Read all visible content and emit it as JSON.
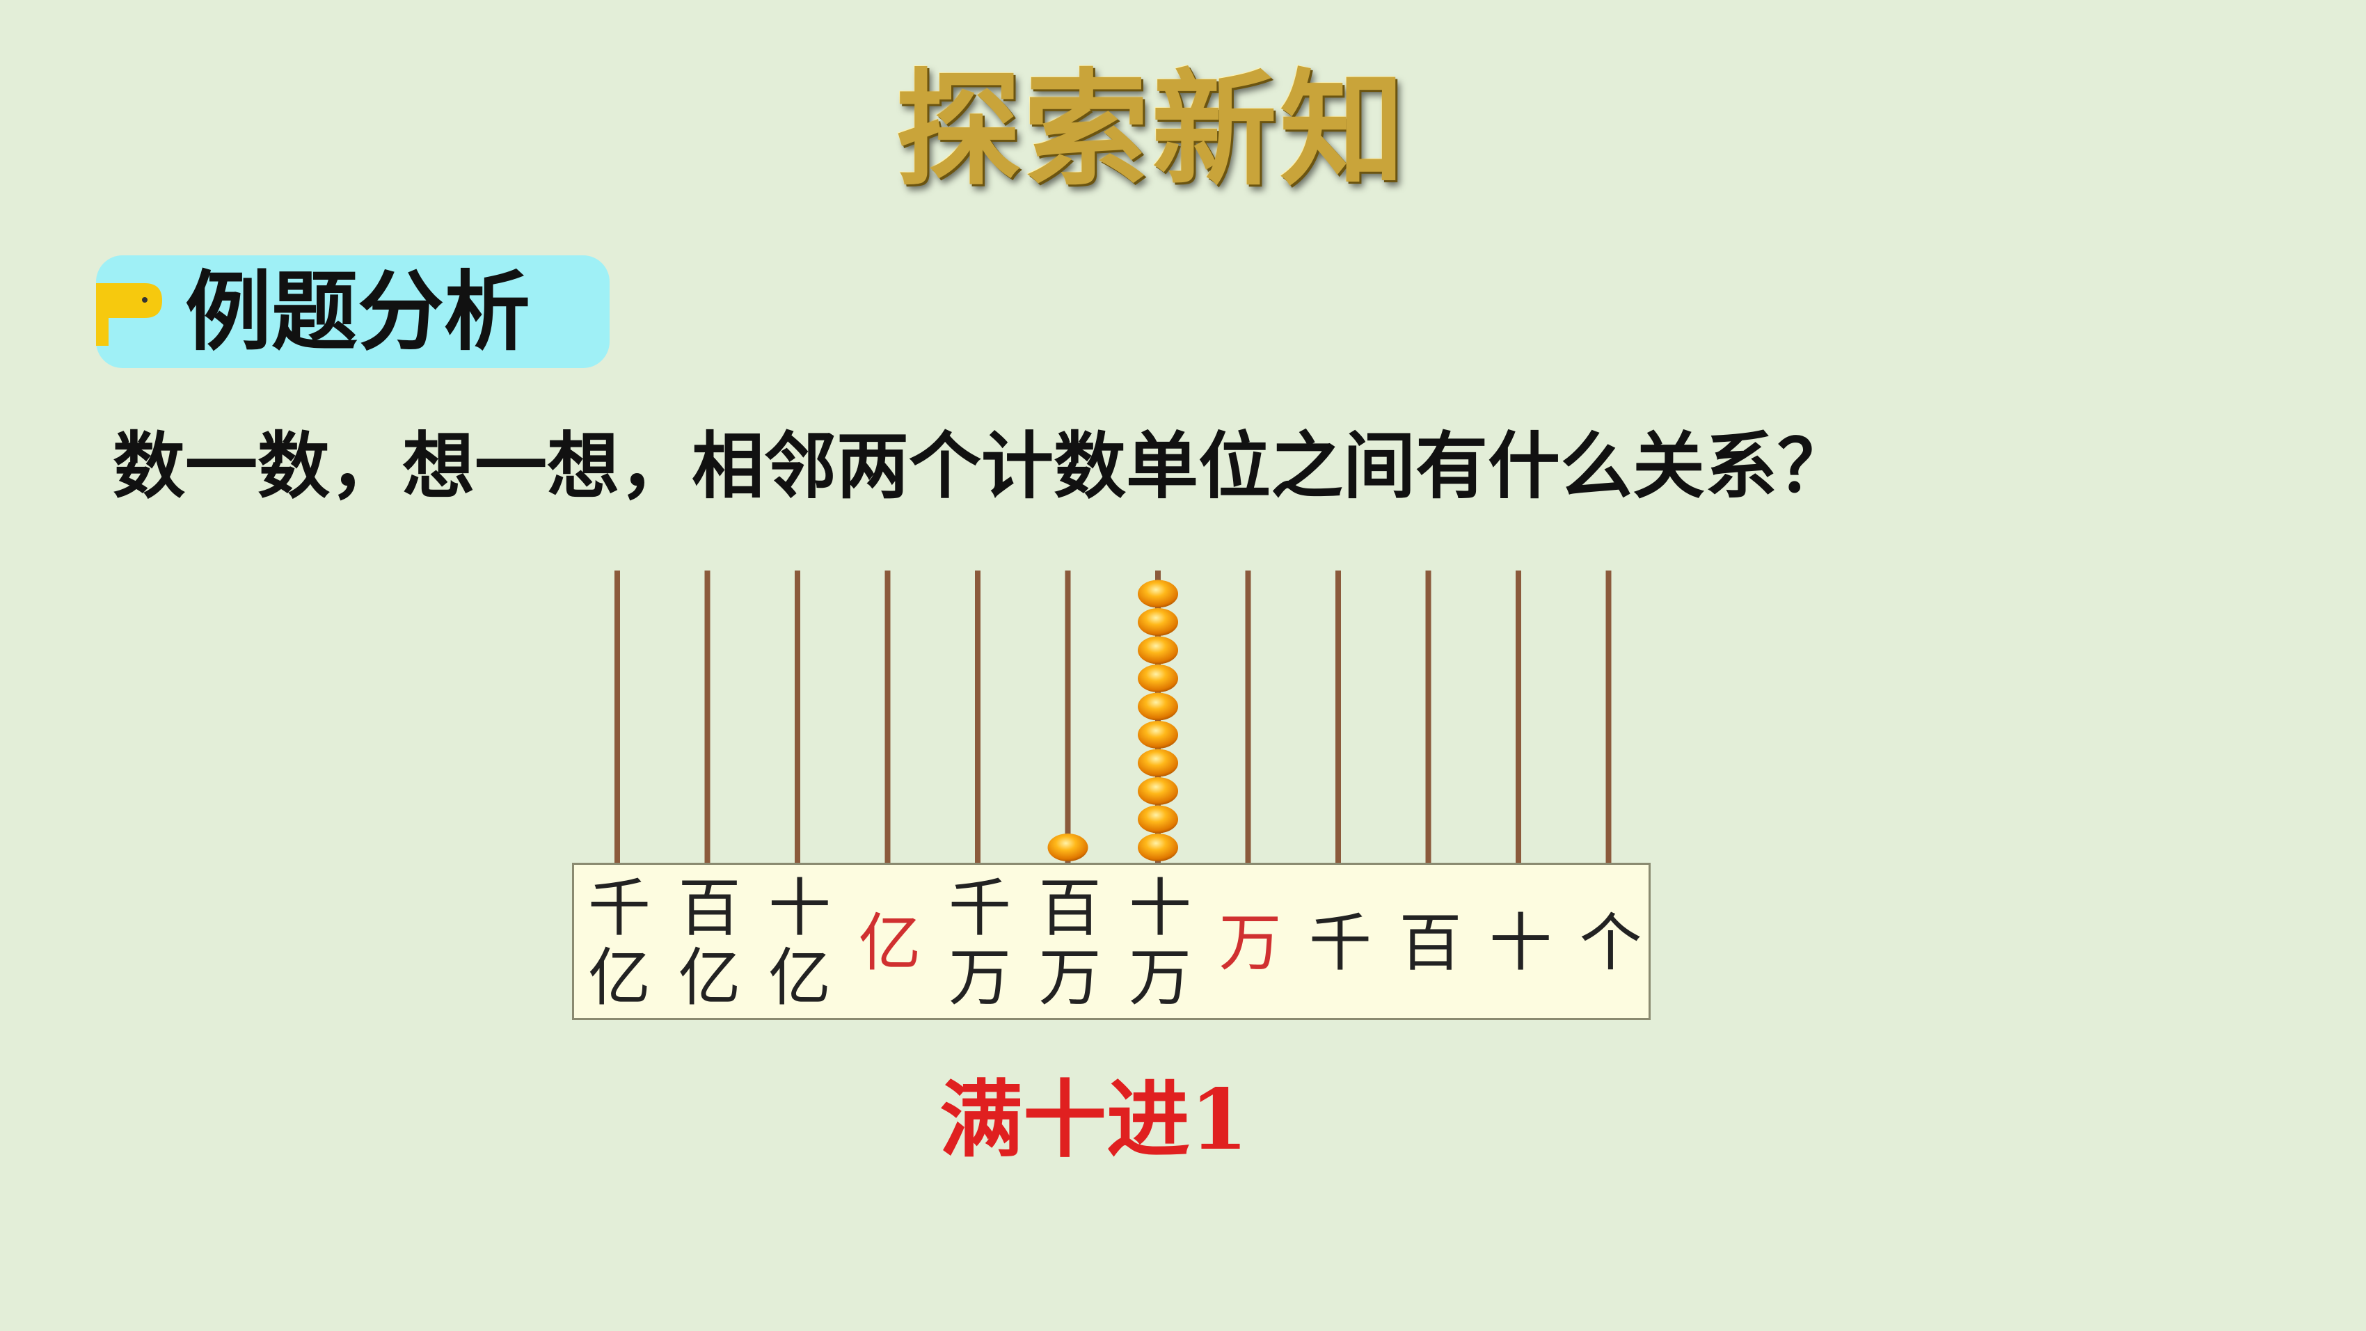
{
  "title": "探索新知",
  "section_tag": "例题分析",
  "question": "数一数，想一想，相邻两个计数单位之间有什么关系？",
  "abacus": {
    "rods": [
      {
        "label": [
          "千",
          "亿"
        ],
        "highlight": false,
        "beads": 0
      },
      {
        "label": [
          "百",
          "亿"
        ],
        "highlight": false,
        "beads": 0
      },
      {
        "label": [
          "十",
          "亿"
        ],
        "highlight": false,
        "beads": 0
      },
      {
        "label": [
          "亿"
        ],
        "highlight": true,
        "beads": 0
      },
      {
        "label": [
          "千",
          "万"
        ],
        "highlight": false,
        "beads": 0
      },
      {
        "label": [
          "百",
          "万"
        ],
        "highlight": false,
        "beads": 1
      },
      {
        "label": [
          "十",
          "万"
        ],
        "highlight": false,
        "beads": 10
      },
      {
        "label": [
          "万"
        ],
        "highlight": true,
        "beads": 0
      },
      {
        "label": [
          "千"
        ],
        "highlight": false,
        "beads": 0
      },
      {
        "label": [
          "百"
        ],
        "highlight": false,
        "beads": 0
      },
      {
        "label": [
          "十"
        ],
        "highlight": false,
        "beads": 0
      },
      {
        "label": [
          "个"
        ],
        "highlight": false,
        "beads": 0
      }
    ]
  },
  "carry_note": "满十进1",
  "colors": {
    "background": "#e3eed8",
    "title": "#c9a43a",
    "tag_background": "#9ff0f6",
    "rod": "#8b5a3c",
    "bead": "#f0a000",
    "highlight_label": "#d03030",
    "carry_note": "#e02020"
  },
  "icons": {
    "tag": "yellow-flag-icon"
  }
}
